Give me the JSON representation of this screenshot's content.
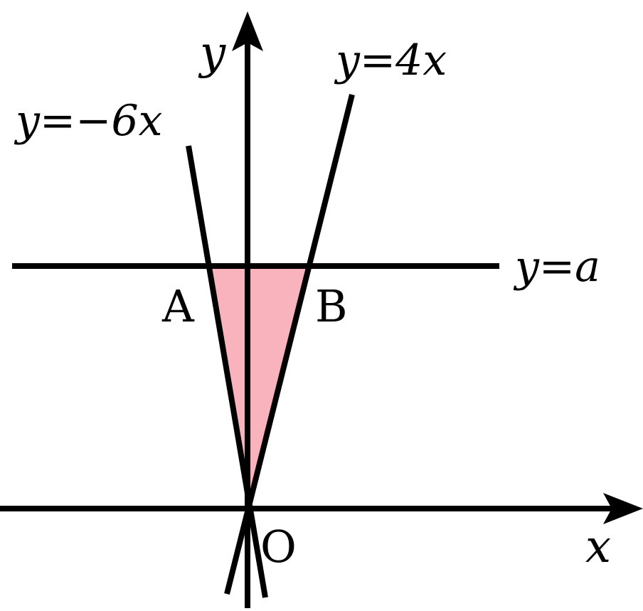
{
  "diagram": {
    "axes": {
      "x_label": "x",
      "y_label": "y",
      "origin_label": "O"
    },
    "lines": {
      "steep_positive_label": "y=4x",
      "steep_negative_label": "y=−6x",
      "horizontal_label": "y=a"
    },
    "points": {
      "a_label": "A",
      "b_label": "B"
    },
    "colors": {
      "stroke": "#000000",
      "shaded_region": "#f8b3bd"
    }
  }
}
